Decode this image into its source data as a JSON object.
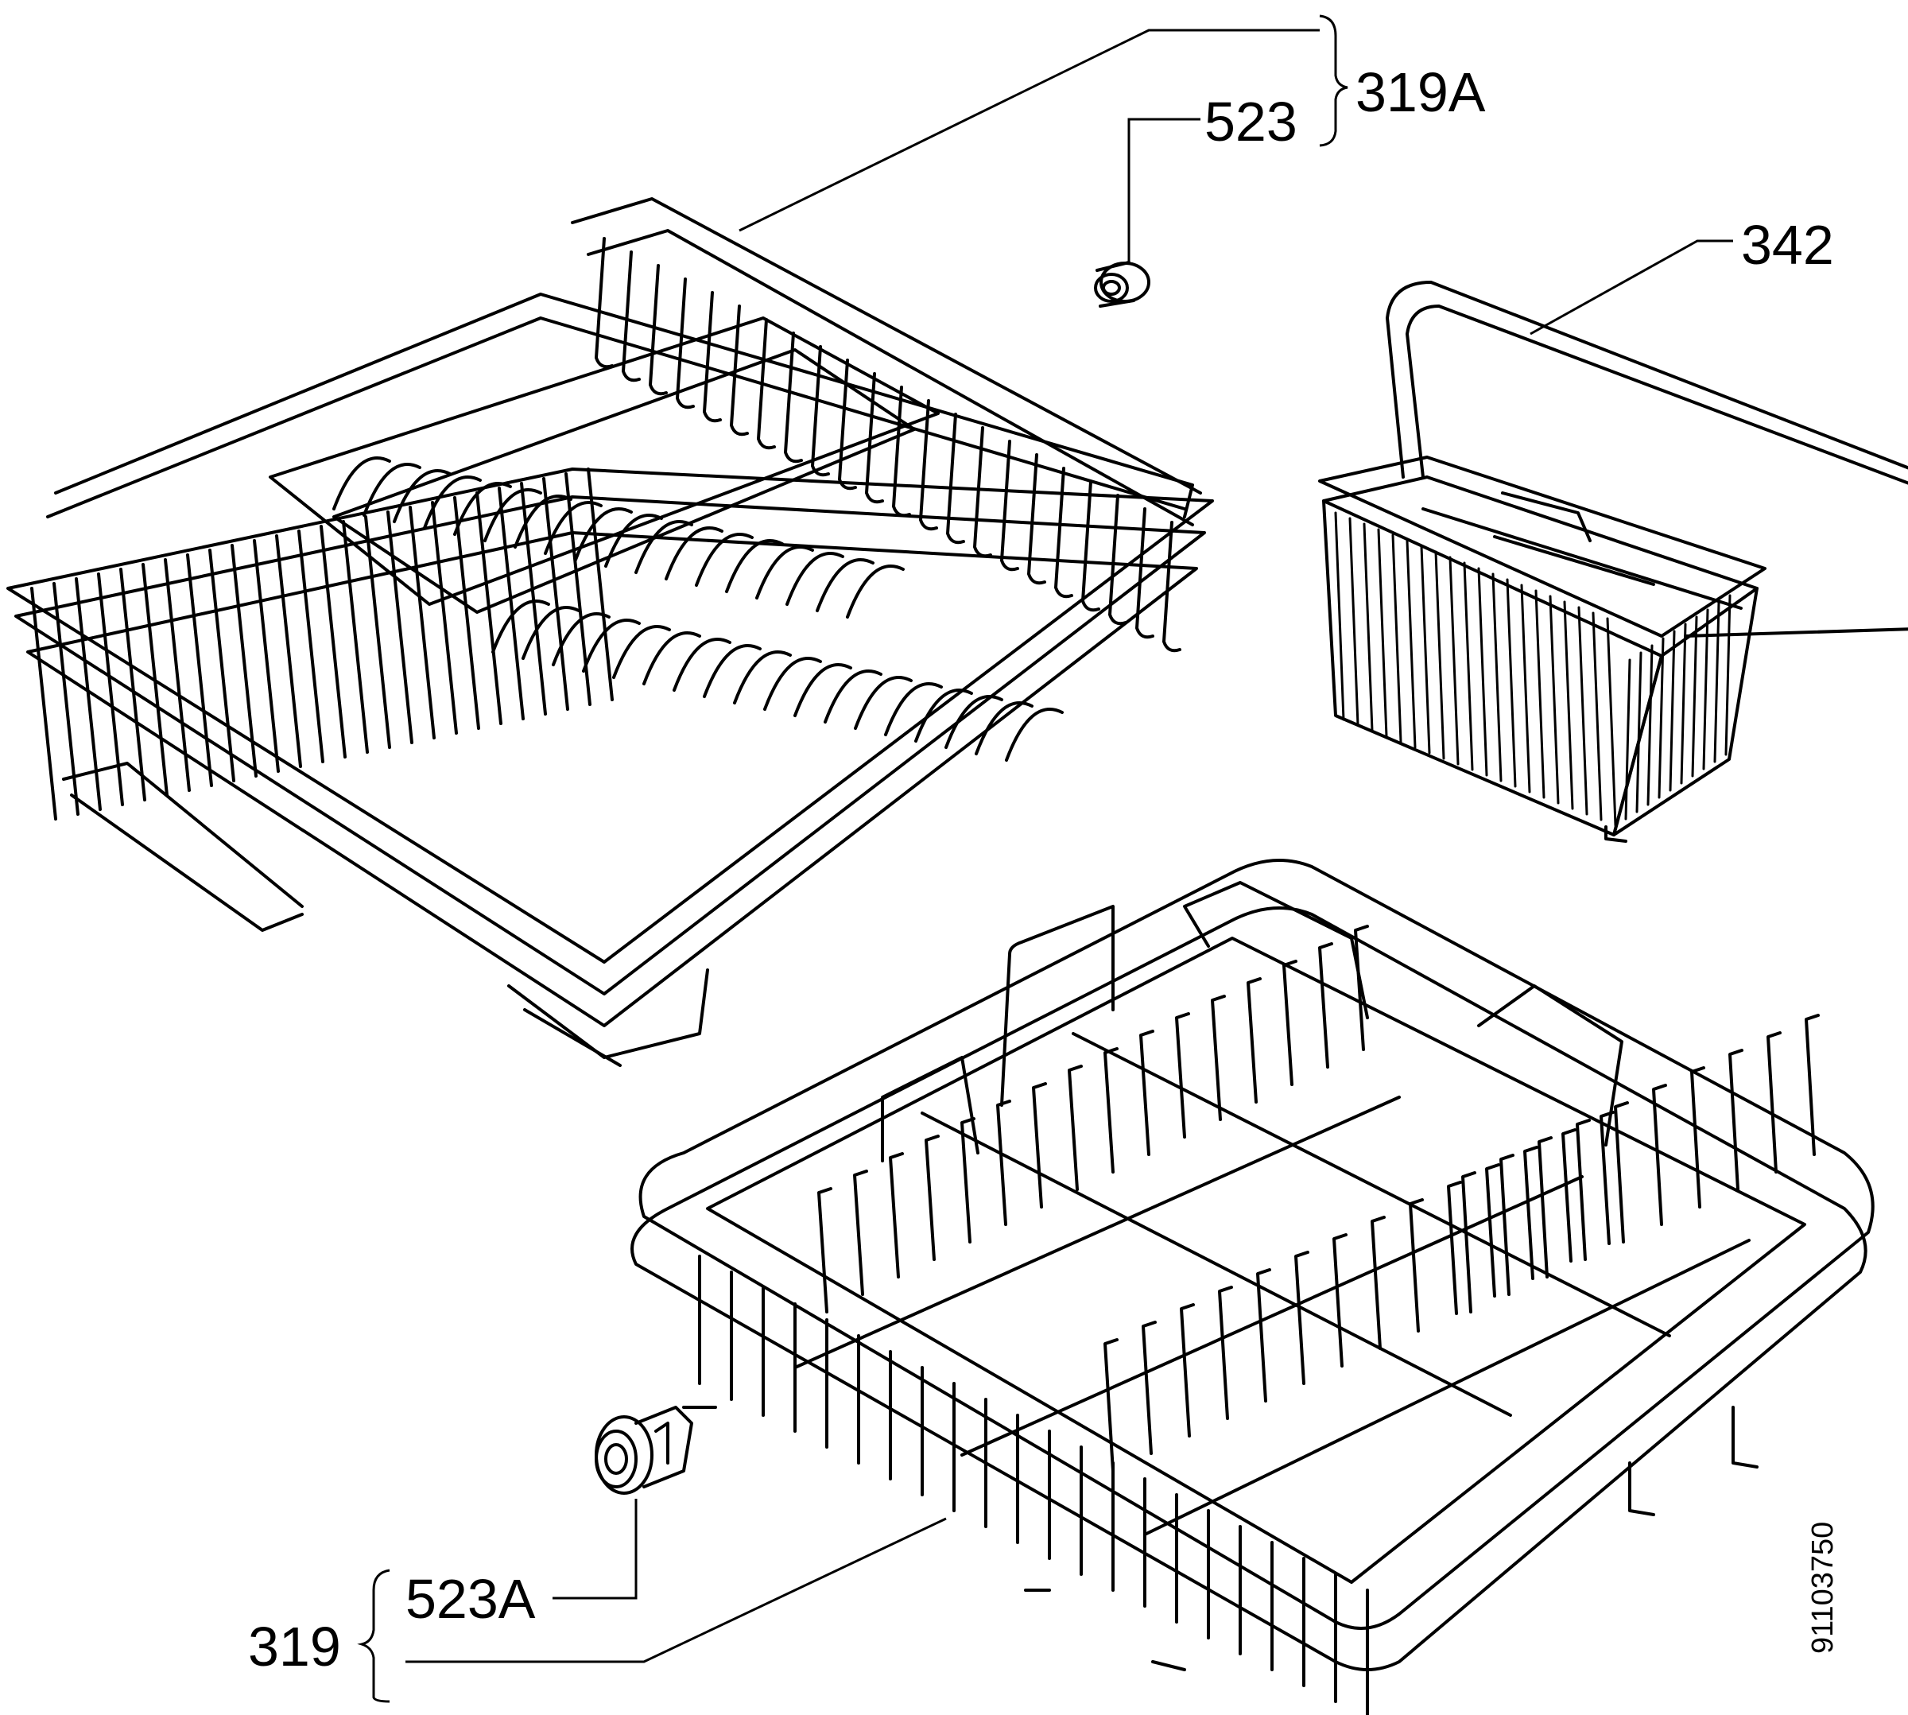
{
  "labels": {
    "upper_basket_assembly": "319A",
    "upper_wheel": "523",
    "cutlery_basket": "342",
    "lower_basket_assembly": "319",
    "lower_wheel": "523A",
    "drawing_number": "91103750"
  }
}
